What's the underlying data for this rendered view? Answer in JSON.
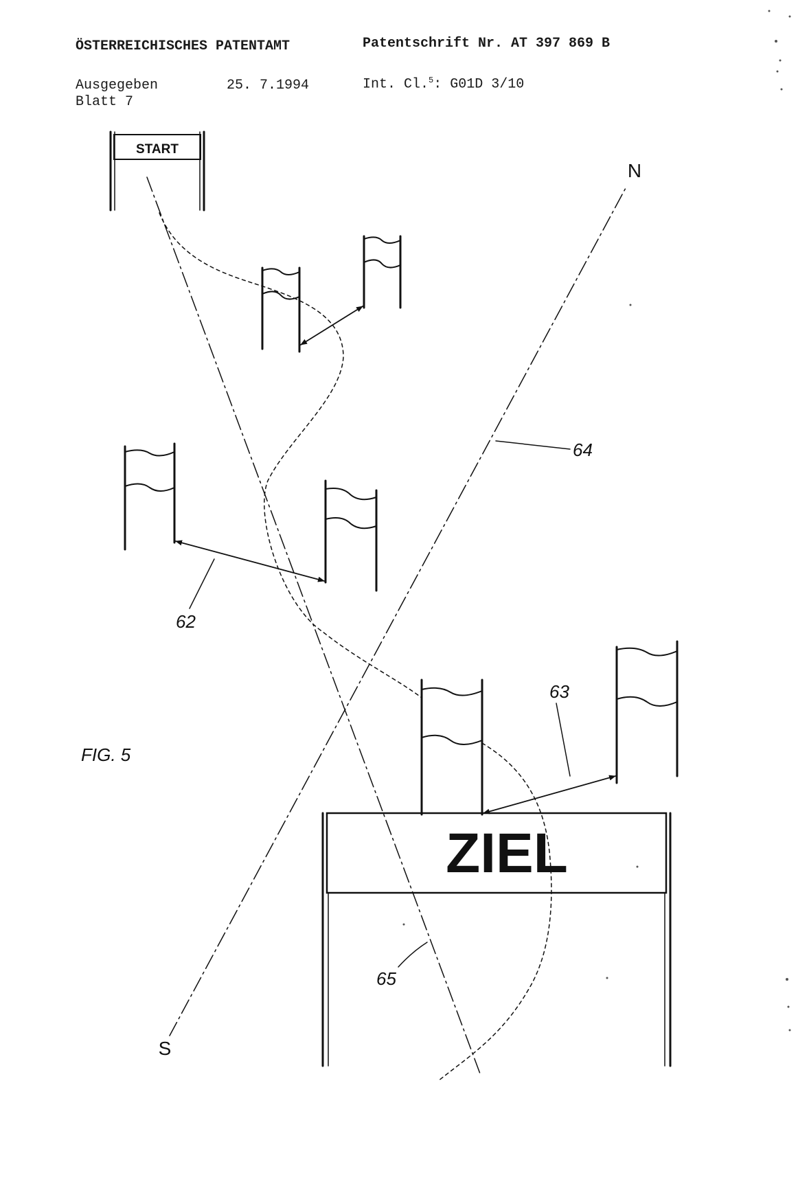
{
  "header": {
    "office": "ÖSTERREICHISCHES PATENTAMT",
    "patent": "Patentschrift Nr. AT 397 869 B",
    "issued_label": "Ausgegeben",
    "issued_date": "25. 7.1994",
    "int_cl_prefix": "Int. Cl.",
    "int_cl_superscript": "5",
    "int_cl_suffix": ": G01D 3/10",
    "sheet": "Blatt 7"
  },
  "figure": {
    "label": "FIG. 5",
    "start_sign": "START",
    "finish_sign": "ZIEL",
    "north": "N",
    "south": "S",
    "ref_62": "62",
    "ref_63": "63",
    "ref_64": "64",
    "ref_65": "65"
  }
}
